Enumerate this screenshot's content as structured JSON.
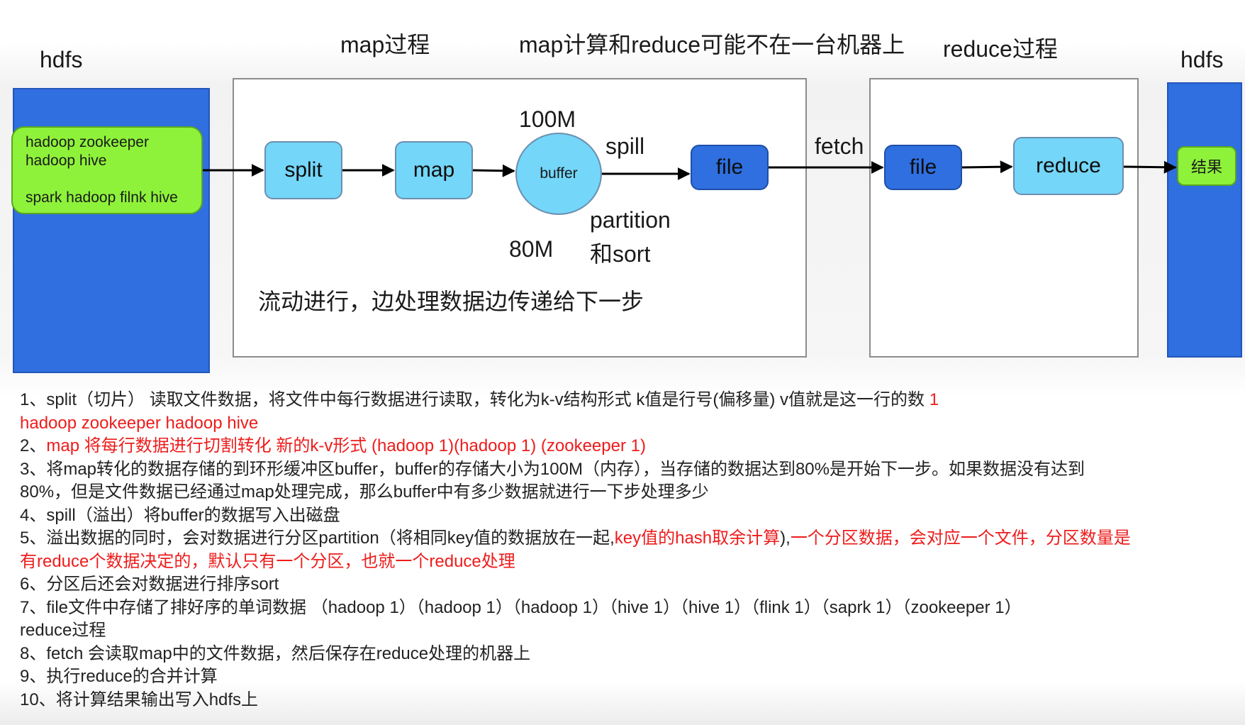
{
  "headers": {
    "hdfs_left": "hdfs",
    "map_process": "map过程",
    "map_reduce_note": "map计算和reduce可能不在一台机器上",
    "reduce_process": "reduce过程",
    "hdfs_right": "hdfs"
  },
  "input_data": {
    "line1": "hadoop zookeeper",
    "line2": "hadoop hive",
    "line3": "spark hadoop filnk hive"
  },
  "map_stage": {
    "split": "split",
    "map": "map",
    "buffer": "buffer",
    "buffer_size": "100M",
    "buffer_threshold": "80M",
    "spill": "spill",
    "partition_line1": "partition",
    "partition_line2": "和sort",
    "file": "file",
    "flow_note": "流动进行，边处理数据边传递给下一步"
  },
  "transfer": {
    "fetch": "fetch"
  },
  "reduce_stage": {
    "file": "file",
    "reduce": "reduce"
  },
  "output": {
    "result": "结果"
  },
  "notes": {
    "n1_a": "1、split（切片）  读取文件数据，将文件中每行数据进行读取，转化为k-v结构形式 k值是行号(偏移量) v值就是这一行的数  ",
    "n1_b": "1",
    "n1_c": "hadoop zookeeper hadoop hive",
    "n2_a": "2、",
    "n2_b": "map 将每行数据进行切割转化 新的k-v形式 (hadoop  1)(hadoop 1) (zookeeper 1)",
    "n3_a": "3、将map转化的数据存储的到环形缓冲区buffer，buffer的存储大小为100M（内存），当存储的数据达到80%是开始下一步。如果数据没有达到",
    "n3_b": "80%，但是文件数据已经通过map处理完成，那么buffer中有多少数据就进行一下步处理多少",
    "n4": "4、spill（溢出）将buffer的数据写入出磁盘",
    "n5_a": "5、溢出数据的同时，会对数据进行分区partition（将相同key值的数据放在一起,",
    "n5_b": "key值的hash取余计算",
    "n5_c": "),",
    "n5_d": "一个分区数据，会对应一个文件，分区数量是",
    "n5_e": "有reduce个数据决定的，默认只有一个分区，也就一个reduce处理",
    "n6": "6、分区后还会对数据进行排序sort",
    "n7_a": "7、file文件中存储了排好序的单词数据  （hadoop 1）（hadoop 1）（hadoop 1）（hive 1）（hive 1）（flink 1）（saprk 1）（zookeeper 1）",
    "n7_b": "reduce过程",
    "n8": "8、fetch  会读取map中的文件数据，然后保存在reduce处理的机器上",
    "n9": "9、执行reduce的合并计算",
    "n10": "10、将计算结果输出写入hdfs上"
  },
  "colors": {
    "hdfs_blue": "#2f6fe0",
    "light_blue": "#74d6f8",
    "green": "#8ef23a",
    "red_text": "#ee1c1c"
  }
}
